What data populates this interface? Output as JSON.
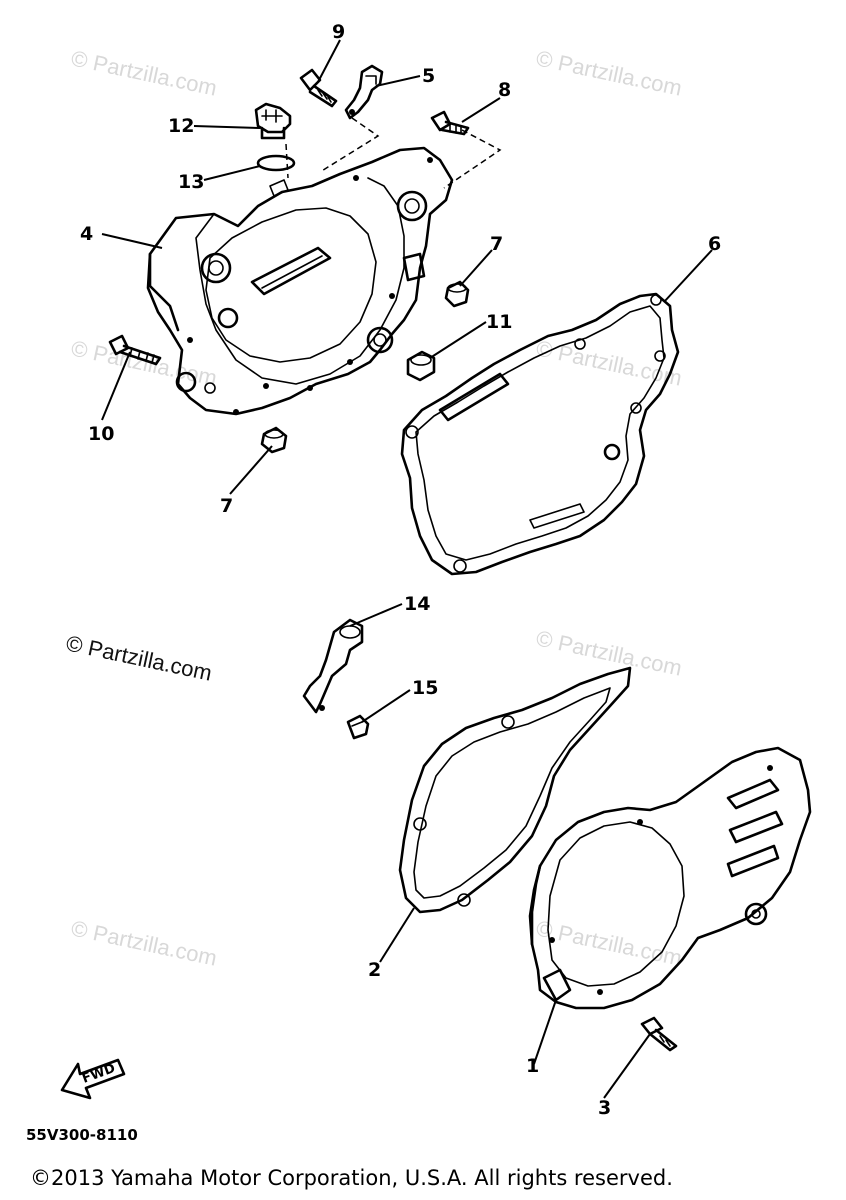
{
  "watermarks": [
    "© Partzilla.com",
    "© Partzilla.com",
    "© Partzilla.com",
    "© Partzilla.com",
    "© Partzilla.com",
    "© Partzilla.com",
    "© Partzilla.com"
  ],
  "watermark_dark": "© Partzilla.com",
  "callouts": {
    "p1": "1",
    "p2": "2",
    "p3": "3",
    "p4": "4",
    "p5": "5",
    "p6": "6",
    "p7a": "7",
    "p7b": "7",
    "p8": "8",
    "p9": "9",
    "p10": "10",
    "p11": "11",
    "p12": "12",
    "p13": "13",
    "p14": "14",
    "p15": "15"
  },
  "fwd_label": "FWD",
  "diagram_code": "55V300-8110",
  "copyright": "©2013 Yamaha Motor Corporation, U.S.A. All rights reserved."
}
